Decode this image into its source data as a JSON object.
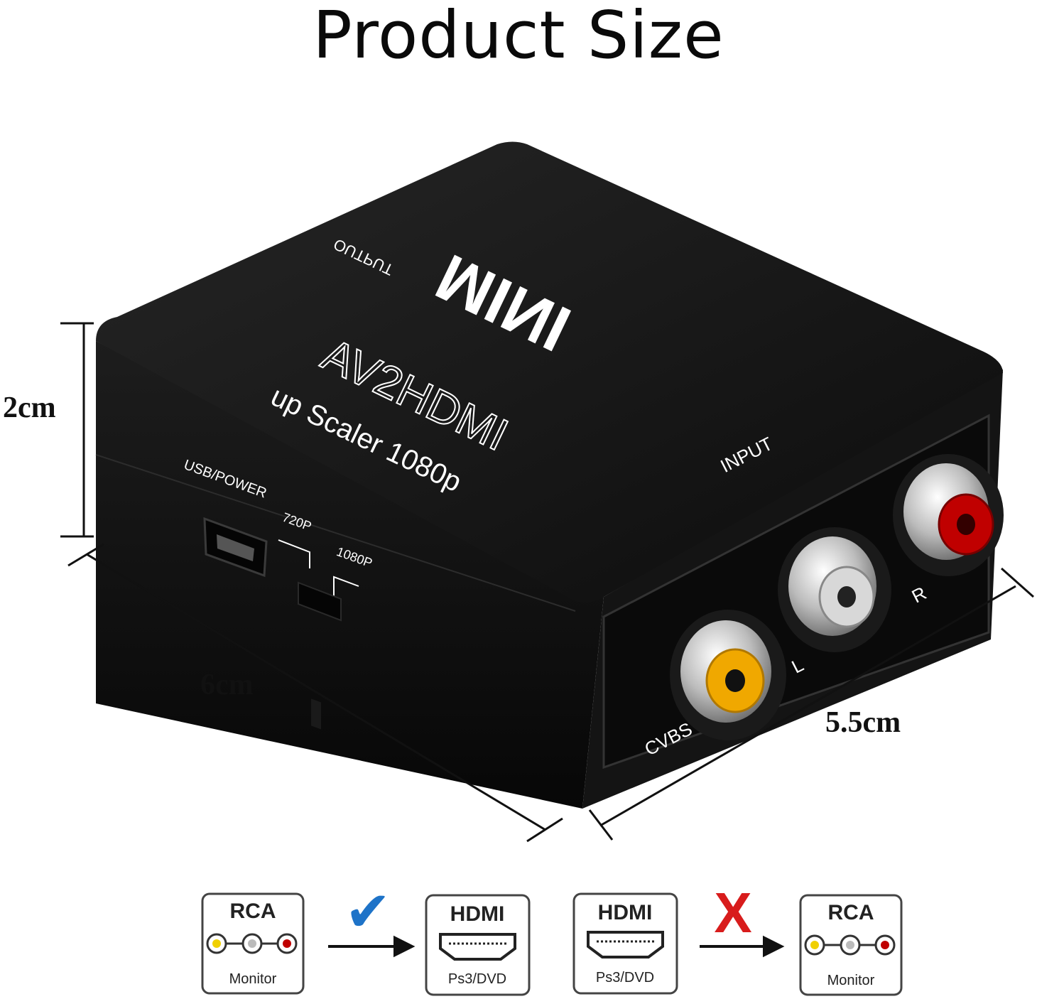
{
  "title": "Product Size",
  "dimensions": {
    "height": "2cm",
    "length": "6cm",
    "width": "5.5cm"
  },
  "device": {
    "brand_mark": "MINI",
    "model": "AV2HDMI",
    "subtitle": "up Scaler 1080p",
    "output_label": "OUTPUT",
    "input_label": "INPUT",
    "usb_label": "USB/POWER",
    "switch_720": "720P",
    "switch_1080": "1080P",
    "port_cvbs": "CVBS",
    "port_l": "L",
    "port_r": "R"
  },
  "compatibility": {
    "left": {
      "from_title": "RCA",
      "from_sub": "Monitor",
      "to_title": "HDMI",
      "to_sub": "Ps3/DVD",
      "mark": "✔"
    },
    "right": {
      "from_title": "HDMI",
      "from_sub": "Ps3/DVD",
      "to_title": "RCA",
      "to_sub": "Monitor",
      "mark": "X"
    }
  },
  "colors": {
    "body": "#111111",
    "yellow": "#f0a800",
    "white_jack": "#d8d8d8",
    "red": "#c00000",
    "check": "#1e73c8",
    "cross": "#d81c1c"
  }
}
